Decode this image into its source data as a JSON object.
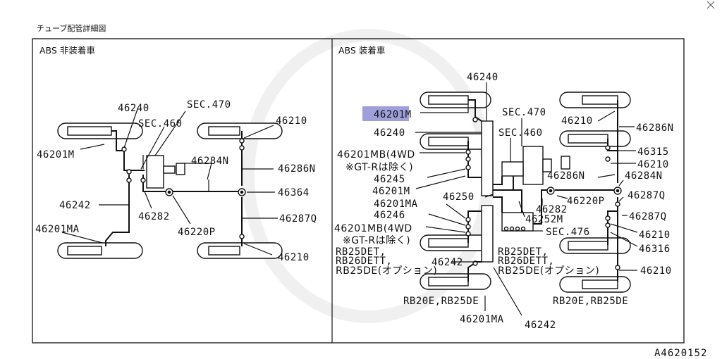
{
  "title": "チューブ配管詳細図",
  "panels": {
    "left": {
      "title": "ABS 非装着車"
    },
    "right": {
      "title": "ABS 装着車"
    }
  },
  "left_labels": {
    "p46240": "46240",
    "sec470": "SEC.470",
    "sec460": "SEC.460",
    "p46210_top": "46210",
    "p46201M": "46201M",
    "p46284N": "46284N",
    "p46286N": "46286N",
    "p46364": "46364",
    "p46242": "46242",
    "p46282": "46282",
    "p46287Q": "46287Q",
    "p46201MA": "46201MA",
    "p46220P": "46220P",
    "p46210_bot": "46210"
  },
  "right_labels": {
    "p46240_top": "46240",
    "p46201M_top": "46201M",
    "p46240_mid": "46240",
    "sec470": "SEC.470",
    "p46210_a": "46210",
    "p46286N_a": "46286N",
    "sec460": "SEC.460",
    "p46315": "46315",
    "p46201MB_4wd_1": "46201MB(4WD",
    "gtr_excl_1": "※GT-Rは除く)",
    "p46210_b": "46210",
    "p46286N_b": "46286N",
    "p46284N": "46284N",
    "p46245": "46245",
    "p46201M_low": "46201M",
    "p46250": "46250",
    "p46220P": "46220P",
    "p46287Q_a": "46287Q",
    "p46201MA_mid": "46201MA",
    "p46282": "46282",
    "p46246": "46246",
    "p46252M": "46252M",
    "p46287Q_b": "46287Q",
    "p46201MB_4wd_2": "46201MB(4WD",
    "gtr_excl_2": "※GT-Rは除く)",
    "sec476": "SEC.476",
    "p46210_c": "46210",
    "p46316": "46316",
    "rb25det_l": "RB25DET,",
    "rb26dett_l": "RB26DETT,",
    "rb25de_opt_l": "RB25DE(オプション)",
    "rb25det_r": "RB25DET,",
    "rb26dett_r": "RB26DETT,",
    "rb25de_opt_r": "RB25DE(オプション)",
    "p46242_left": "46242",
    "p46210_d": "46210",
    "rb20e_l": "RB20E,RB25DE",
    "rb20e_r": "RB20E,RB25DE",
    "p46201MA_bot": "46201MA",
    "p46242_bot": "46242"
  },
  "highlight_part": "46201M",
  "diagram_code": "A4620152",
  "colors": {
    "highlight": "#9f9fdc",
    "line": "#111111",
    "background": "#ffffff"
  },
  "icons": [
    "corner-mark-icon"
  ]
}
